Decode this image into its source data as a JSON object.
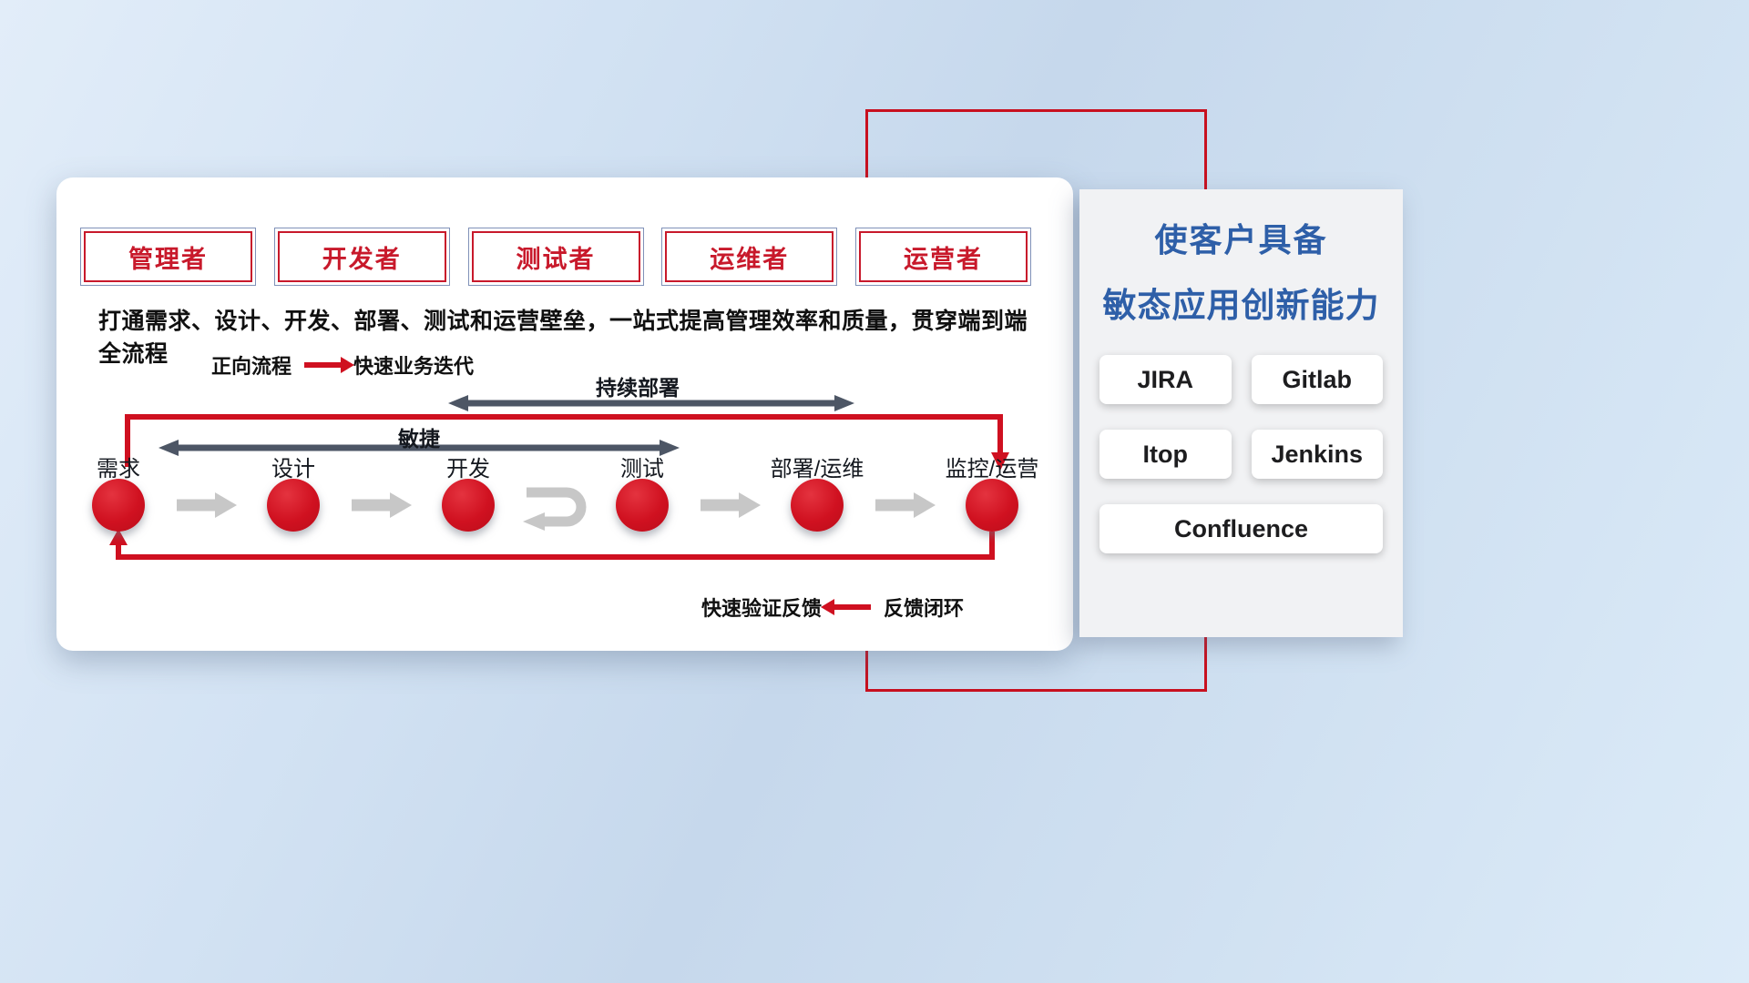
{
  "colors": {
    "accent_red": "#cf1020",
    "dark_arrow": "#4d5665",
    "gray_arrow": "#c7c7c7",
    "blue_title": "#2e5fa8"
  },
  "main_panel": {
    "roles": [
      "管理者",
      "开发者",
      "测试者",
      "运维者",
      "运营者"
    ],
    "description": "打通需求、设计、开发、部署、测试和运营壁垒，一站式提高管理效率和质量，贯穿端到端全流程",
    "forward_legend": {
      "label": "正向流程",
      "caption": "快速业务迭代"
    },
    "feedback_legend": {
      "label": "快速验证反馈",
      "caption": "反馈闭环"
    },
    "span_arrows": {
      "agile": "敏捷",
      "continuous_deploy": "持续部署"
    },
    "nodes": [
      "需求",
      "设计",
      "开发",
      "测试",
      "部署/运维",
      "监控/运营"
    ]
  },
  "side_panel": {
    "title_line1": "使客户具备",
    "title_line2": "敏态应用创新能力",
    "tools": [
      "JIRA",
      "Gitlab",
      "Itop",
      "Jenkins",
      "Confluence"
    ]
  }
}
